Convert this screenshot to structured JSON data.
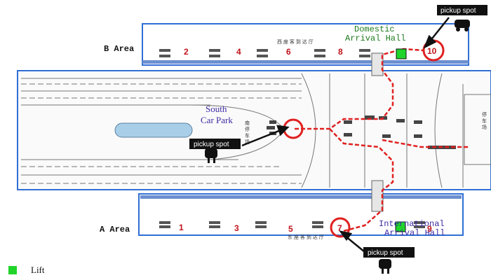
{
  "areas": {
    "b_area": "B Area",
    "a_area": "A Area"
  },
  "halls": {
    "domestic_line1": "Domestic",
    "domestic_line2": "Arrival Hall",
    "international_line1": "International",
    "international_line2": "Arrival Hall",
    "south_line1": "South",
    "south_line2": "Car Park",
    "b_chinese": "西 座 客 到 达 厅",
    "a_chinese": "东 座 客 到 达 厅",
    "park_chinese": "南 停 车 场",
    "right_chinese": "停 车 场"
  },
  "gates_b": [
    "2",
    "4",
    "6",
    "8",
    "10"
  ],
  "gates_a": [
    "1",
    "3",
    "5",
    "7",
    "9"
  ],
  "pickup": {
    "top": "pickup spot",
    "middle": "pickup spot",
    "bottom": "pickup spot"
  },
  "legend": {
    "lift": "Lift"
  },
  "colors": {
    "frame": "#2f6fd6",
    "route": "#e02020",
    "gate_number": "#c0141c",
    "lift": "#21d42a",
    "domestic_text": "#1e7a1e",
    "hall_text": "#3b2aa3",
    "lake": "#a9cfe8"
  },
  "icons": {
    "pickup_marker": "car-icon",
    "lift_marker": "lift-icon",
    "highlight": "red-circle"
  }
}
